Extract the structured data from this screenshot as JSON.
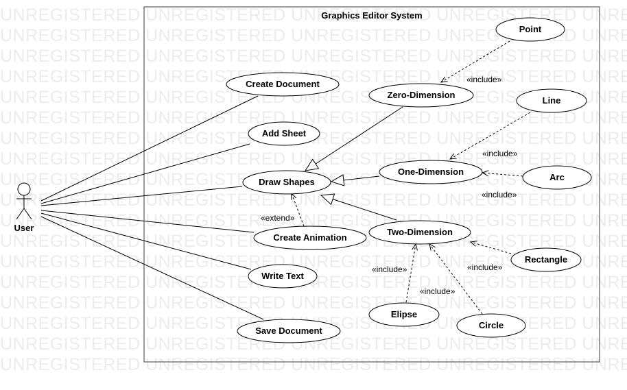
{
  "watermark": "UNREGISTERED UNREGISTERED UNREGISTERED UNREGISTERED UNREGISTERED",
  "system": {
    "title": "Graphics Editor System"
  },
  "actor": {
    "label": "User"
  },
  "use_cases": {
    "create_document": "Create Document",
    "add_sheet": "Add Sheet",
    "draw_shapes": "Draw Shapes",
    "create_animation": "Create Animation",
    "write_text": "Write Text",
    "save_document": "Save Document",
    "zero_dimension": "Zero-Dimension",
    "one_dimension": "One-Dimension",
    "two_dimension": "Two-Dimension",
    "point": "Point",
    "line": "Line",
    "arc": "Arc",
    "rectangle": "Rectangle",
    "elipse": "Elipse",
    "circle": "Circle"
  },
  "stereotypes": {
    "extend": "«extend»",
    "include": "«include»"
  },
  "colors": {
    "line": "#000000",
    "boundary": "#7a7a7a",
    "watermark": "#ececec"
  }
}
